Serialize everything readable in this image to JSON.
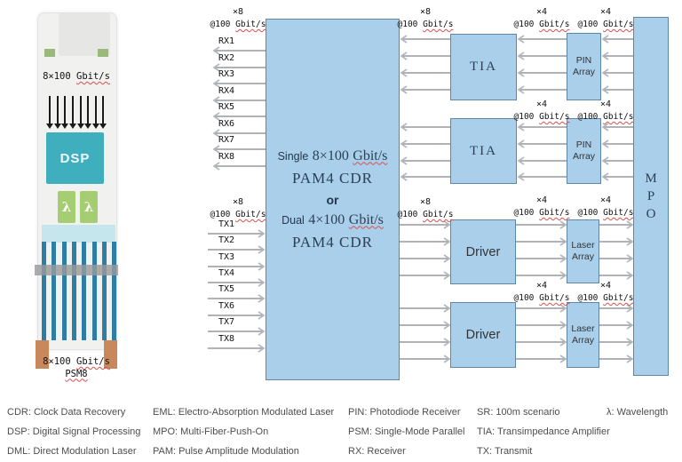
{
  "module": {
    "top_rate": "8×100",
    "dsp": "DSP",
    "lambda": "λ",
    "bottom_rate": "8×100",
    "bottom_type": "PSM8"
  },
  "rates": {
    "x8": "×8",
    "x4": "×4",
    "at": "@100",
    "unit": "Gbit/s"
  },
  "cdr": {
    "single": "Single",
    "rate_single": "8×100",
    "dual": "Dual",
    "rate_dual": "4×100",
    "pam": "PAM4 CDR",
    "or": "or",
    "rx_ports": [
      "RX1",
      "RX2",
      "RX3",
      "RX4",
      "RX5",
      "RX6",
      "RX7",
      "RX8"
    ],
    "tx_ports": [
      "TX1",
      "TX2",
      "TX3",
      "TX4",
      "TX5",
      "TX6",
      "TX7",
      "TX8"
    ]
  },
  "blocks": {
    "tia": "TIA",
    "pin": [
      "PIN",
      "Array"
    ],
    "driver": "Driver",
    "laser": [
      "Laser",
      "Array"
    ],
    "mpo": [
      "M",
      "P",
      "O"
    ]
  },
  "legend": {
    "col1": [
      "CDR: Clock Data Recovery",
      "DSP: Digital Signal Processing",
      "DML: Direct Modulation Laser"
    ],
    "col2": [
      "EML: Electro-Absorption Modulated Laser",
      "MPO: Multi-Fiber-Push-On",
      "PAM: Pulse Amplitude Modulation"
    ],
    "col3": [
      "PIN: Photodiode Receiver",
      "PSM: Single-Mode Parallel",
      "RX: Receiver"
    ],
    "col4": [
      "SR: 100m scenario",
      "TIA: Transimpedance Amplifier",
      "TX: Transmit"
    ],
    "col5": [
      "λ: Wavelength"
    ]
  }
}
